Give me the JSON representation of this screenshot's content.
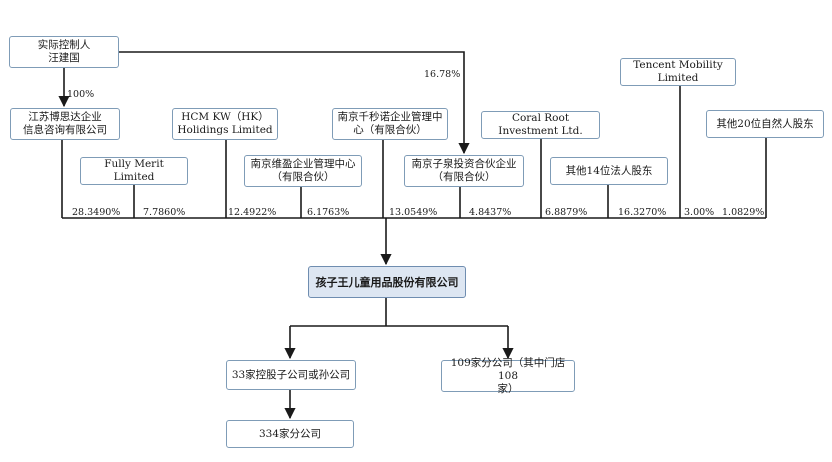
{
  "nodes": {
    "controller": "实际控制人\n汪建国",
    "jiangsu_bosida": "江苏博思达企业\n信息咨询有限公司",
    "fully_merit": "Fully Merit Limited",
    "hcm_kw": "HCM KW（HK）\nHolidings Limited",
    "nanjing_weiying": "南京维盈企业管理中心\n（有限合伙）",
    "nanjing_qianmiaonuo": "南京千秒诺企业管理中\n心（有限合伙）",
    "nanjing_ziquan": "南京子泉投资合伙企业\n（有限合伙）",
    "coral_root": "Coral Root Investment Ltd.",
    "other_14_legal": "其他14位法人股东",
    "tencent_mobility": "Tencent Mobility Limited",
    "other_20_natural": "其他20位自然人股东",
    "company": "孩子王儿童用品股份有限公司",
    "subsidiaries_33": "33家控股子公司或孙公司",
    "branches_109": "109家分公司（其中门店108\n家）",
    "branches_334": "334家分公司"
  },
  "percentages": {
    "controller_to_bosida": "100%",
    "controller_to_ziquan": "16.78%",
    "bosida": "28.3490%",
    "fully_merit": "7.7860%",
    "hcm_kw": "12.4922%",
    "weiying": "6.1763%",
    "qianmiaonuo": "13.0549%",
    "ziquan": "4.8437%",
    "coral_root": "6.8879%",
    "other_14": "16.3270%",
    "tencent": "3.00%",
    "other_20": "1.0829%"
  }
}
